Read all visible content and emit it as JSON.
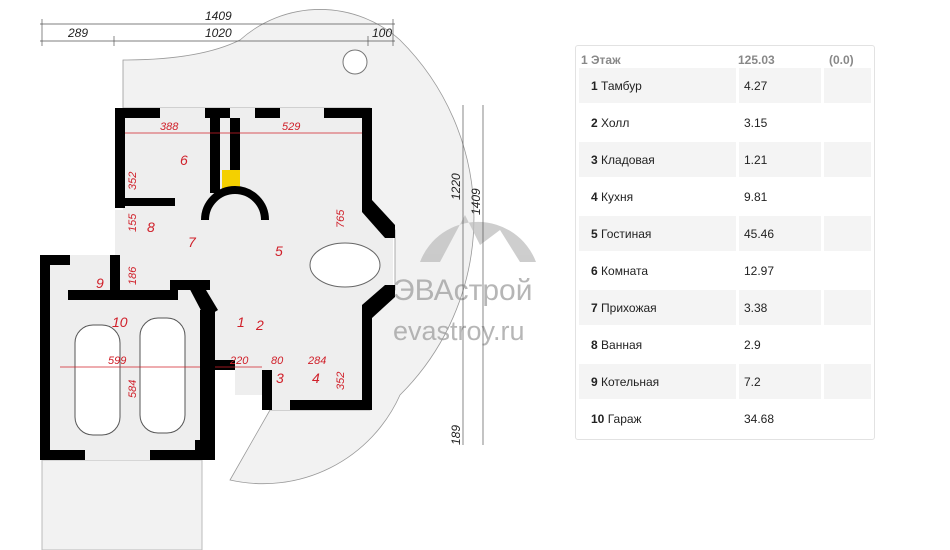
{
  "plan": {
    "dims_top": {
      "total": "1409",
      "left": "289",
      "middle": "1020",
      "right": "100"
    },
    "dims_right": {
      "a": "1220",
      "b": "1409",
      "c": "189"
    },
    "inner_dims": [
      "388",
      "529",
      "352",
      "155",
      "186",
      "765",
      "599",
      "584",
      "220",
      "80",
      "284",
      "352"
    ],
    "rooms": [
      "1",
      "2",
      "3",
      "4",
      "5",
      "6",
      "7",
      "8",
      "9",
      "10"
    ]
  },
  "watermark": {
    "brand": "ЭВАстрой",
    "site": "evastroy.ru"
  },
  "table": {
    "floor": "1 Этаж",
    "total": "125.03",
    "extra": "(0.0)",
    "rows": [
      {
        "n": "1",
        "name": "Тамбур",
        "area": "4.27"
      },
      {
        "n": "2",
        "name": "Холл",
        "area": "3.15"
      },
      {
        "n": "3",
        "name": "Кладовая",
        "area": "1.21"
      },
      {
        "n": "4",
        "name": "Кухня",
        "area": "9.81"
      },
      {
        "n": "5",
        "name": "Гостиная",
        "area": "45.46"
      },
      {
        "n": "6",
        "name": "Комната",
        "area": "12.97"
      },
      {
        "n": "7",
        "name": "Прихожая",
        "area": "3.38"
      },
      {
        "n": "8",
        "name": "Ванная",
        "area": "2.9"
      },
      {
        "n": "9",
        "name": "Котельная",
        "area": "7.2"
      },
      {
        "n": "10",
        "name": "Гараж",
        "area": "34.68"
      }
    ]
  }
}
